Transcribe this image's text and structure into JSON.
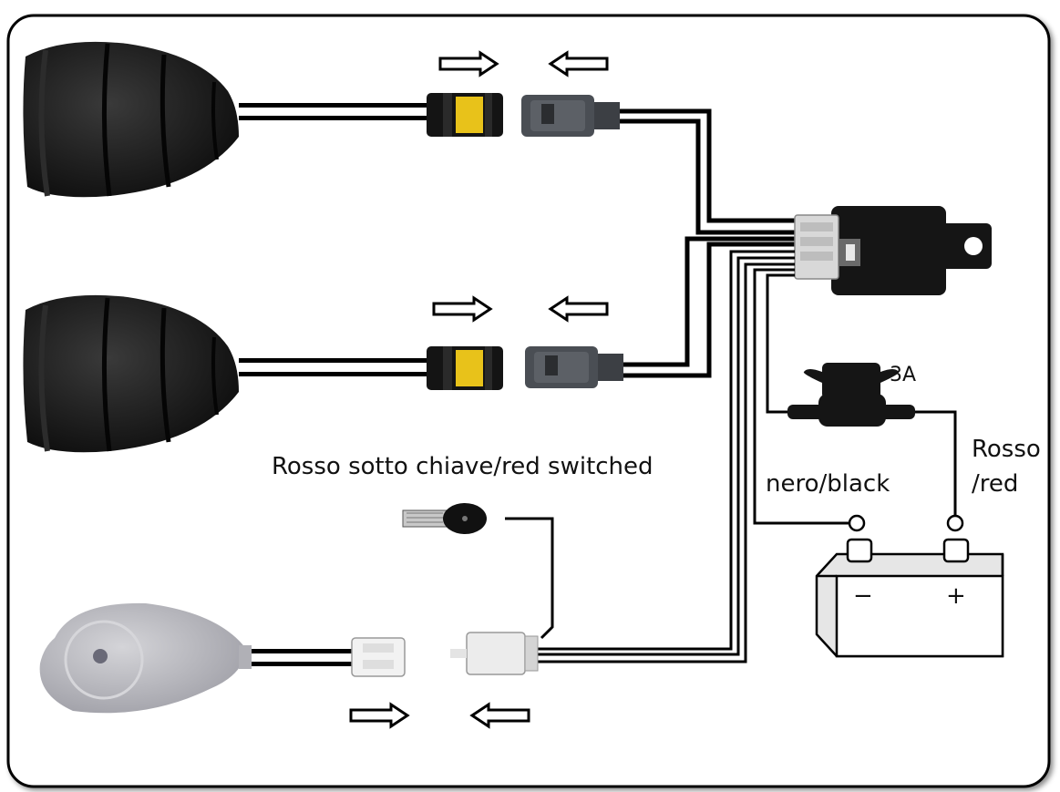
{
  "labels": {
    "ignition": "Rosso sotto chiave/red switched",
    "black_wire": "nero/black",
    "red_wire_top": "Rosso",
    "red_wire_bottom": "/red",
    "fuse_rating": "3A"
  },
  "battery": {
    "negative_symbol": "−",
    "positive_symbol": "+"
  },
  "colors": {
    "frame": "#000000",
    "horn_body": "#1c1c1c",
    "wire": "#000000",
    "relay_body": "#151515",
    "relay_socket": "#d8d8d8",
    "connector_yellow": "#e8c21a",
    "remote_body": "#b9b9bf"
  }
}
